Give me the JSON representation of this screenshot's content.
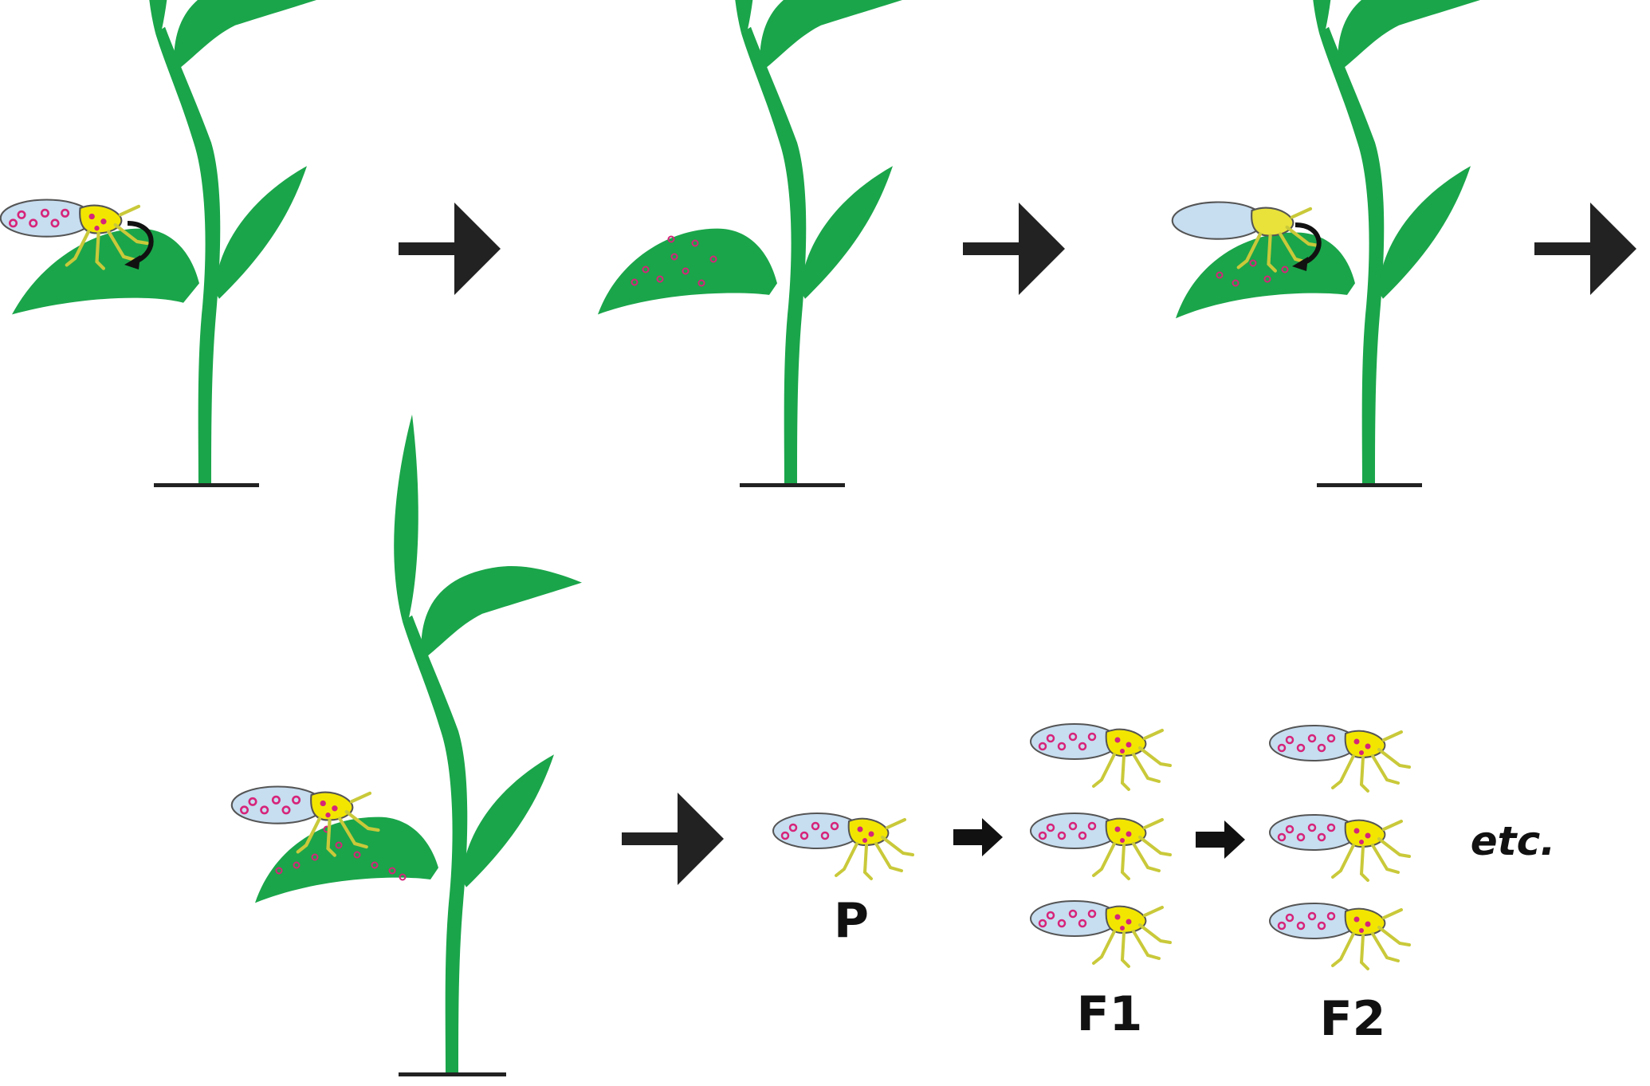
{
  "diagram": {
    "labels": {
      "p": "P",
      "f1": "F1",
      "f2": "F2",
      "etc": "etc."
    },
    "colors": {
      "plant": "#1aa54a",
      "insect_body": "#f2e600",
      "insect_body_clean": "#e8e23a",
      "wing": "#c7ddf0",
      "spot": "#d6247a",
      "arrow": "#222222"
    },
    "icons": {
      "plant": "seedling-icon",
      "insect": "leafhopper-icon",
      "transfer": "curved-arrow-icon",
      "step": "arrow-right-icon"
    }
  }
}
